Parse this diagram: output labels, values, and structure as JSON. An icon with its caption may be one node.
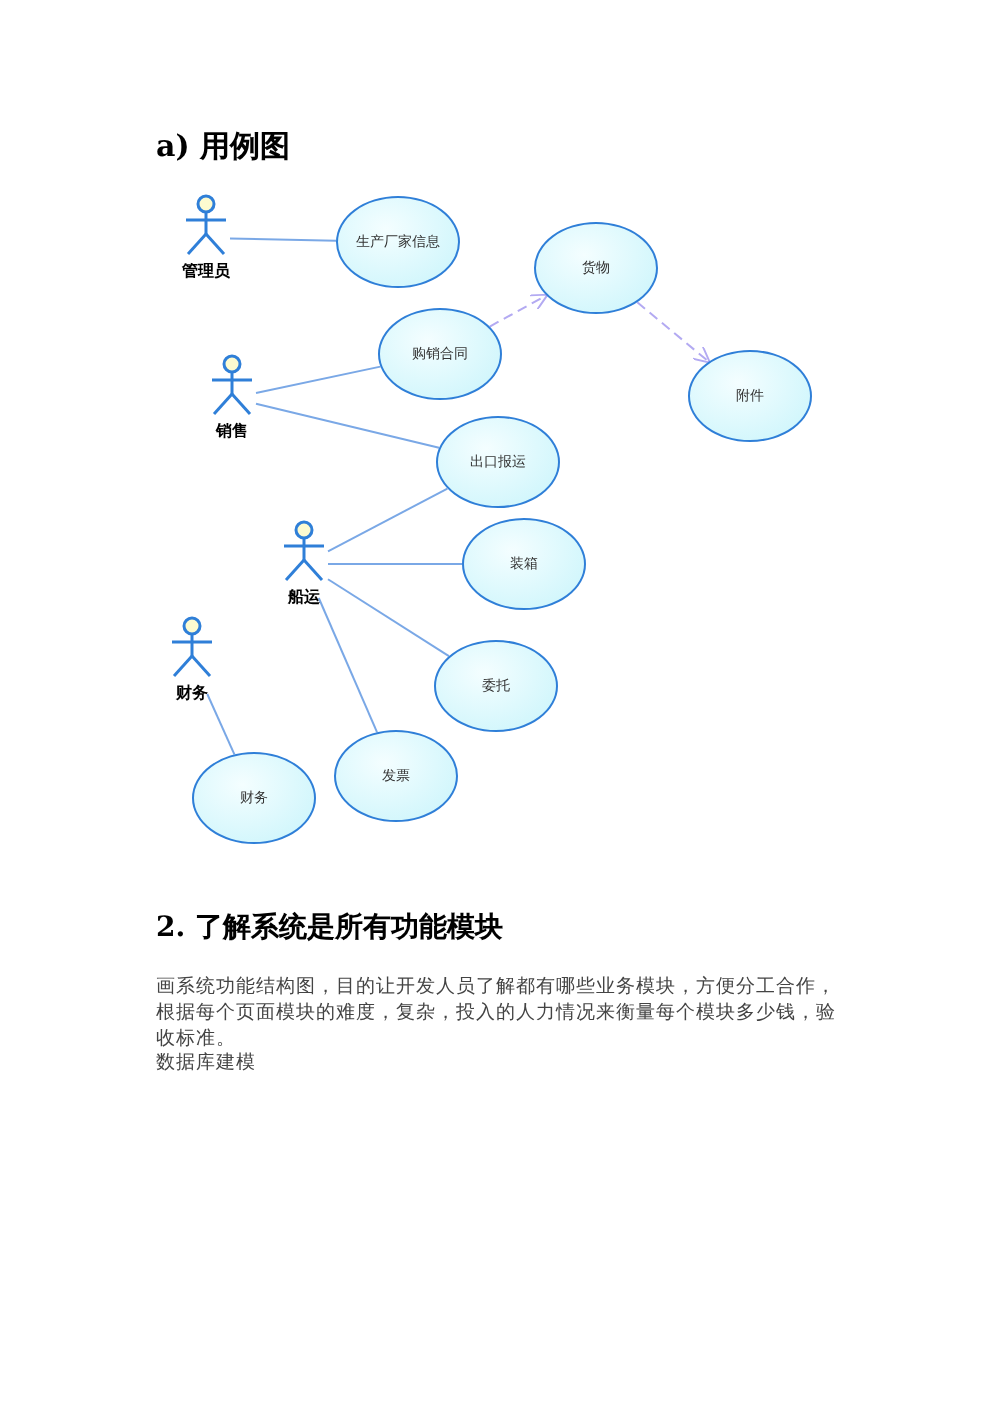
{
  "diagram": {
    "title": "a) 用例图",
    "nodes": [
      {
        "text": [
          "管理员"
        ]
      },
      {
        "text": [
          "生产厂家信息"
        ]
      },
      {
        "text": [
          "货物"
        ]
      },
      {
        "text": [
          "销售"
        ]
      },
      {
        "text": [
          "购销合同"
        ]
      },
      {
        "text": [
          "附件"
        ]
      },
      {
        "text": [
          "出口报运"
        ]
      },
      {
        "text": [
          "船运"
        ]
      },
      {
        "text": [
          "装箱"
        ]
      },
      {
        "text": [
          "财务"
        ]
      },
      {
        "text": [
          "委托"
        ]
      },
      {
        "text": [
          "发票"
        ]
      },
      {
        "text": [
          "财务"
        ]
      }
    ],
    "edges": [
      {
        "from": 0,
        "to": 1,
        "arrow": "none"
      },
      {
        "from": 3,
        "to": 4,
        "arrow": "none"
      },
      {
        "from": 4,
        "to": 2,
        "arrow": "to",
        "style": "dashed",
        "color": "#b3aaf2"
      },
      {
        "from": 2,
        "to": 5,
        "arrow": "to",
        "style": "dashed",
        "color": "#b3aaf2"
      },
      {
        "from": 3,
        "to": 6,
        "arrow": "none"
      },
      {
        "from": 7,
        "to": 6,
        "arrow": "none"
      },
      {
        "from": 7,
        "to": 8,
        "arrow": "none"
      },
      {
        "from": 7,
        "to": 10,
        "arrow": "none"
      },
      {
        "from": 7,
        "to": 11,
        "arrow": "none"
      },
      {
        "from": 9,
        "to": 12,
        "arrow": "none"
      }
    ],
    "labels": [
      "2. 了解系统是所有功能模块",
      "画系统功能结构图，目的让开发人员了解都有哪些业务模块，方便分工合作，根据每个页面模块的难度，复杂，投入的人力情况来衡量每个模块多少钱，验收标准。",
      "数据库建模"
    ]
  }
}
